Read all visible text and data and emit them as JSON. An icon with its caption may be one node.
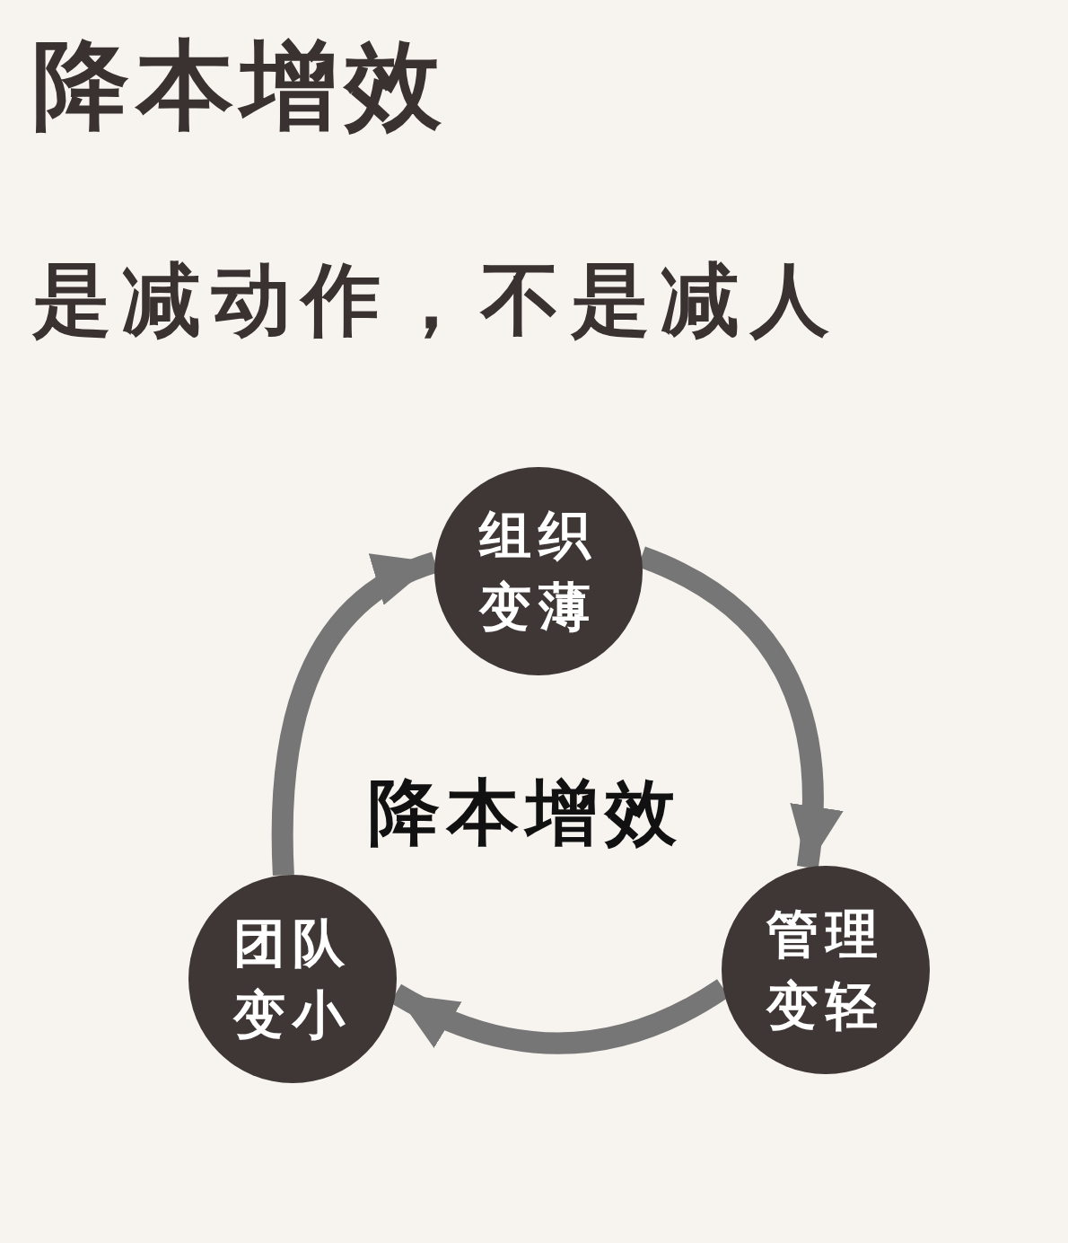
{
  "diagram": {
    "title": "降本增效",
    "nodes": [
      {
        "text": [
          "组织变薄"
        ]
      },
      {
        "text": [
          "管理变轻"
        ]
      },
      {
        "text": [
          "团队变小"
        ]
      }
    ],
    "edges": [
      {
        "from": 0,
        "to": 1,
        "arrow": "to"
      },
      {
        "from": 1,
        "to": 2,
        "arrow": "to"
      },
      {
        "from": 2,
        "to": 0,
        "arrow": "to"
      }
    ],
    "labels": [
      "是减动作，不是减人",
      "降本增效"
    ]
  }
}
